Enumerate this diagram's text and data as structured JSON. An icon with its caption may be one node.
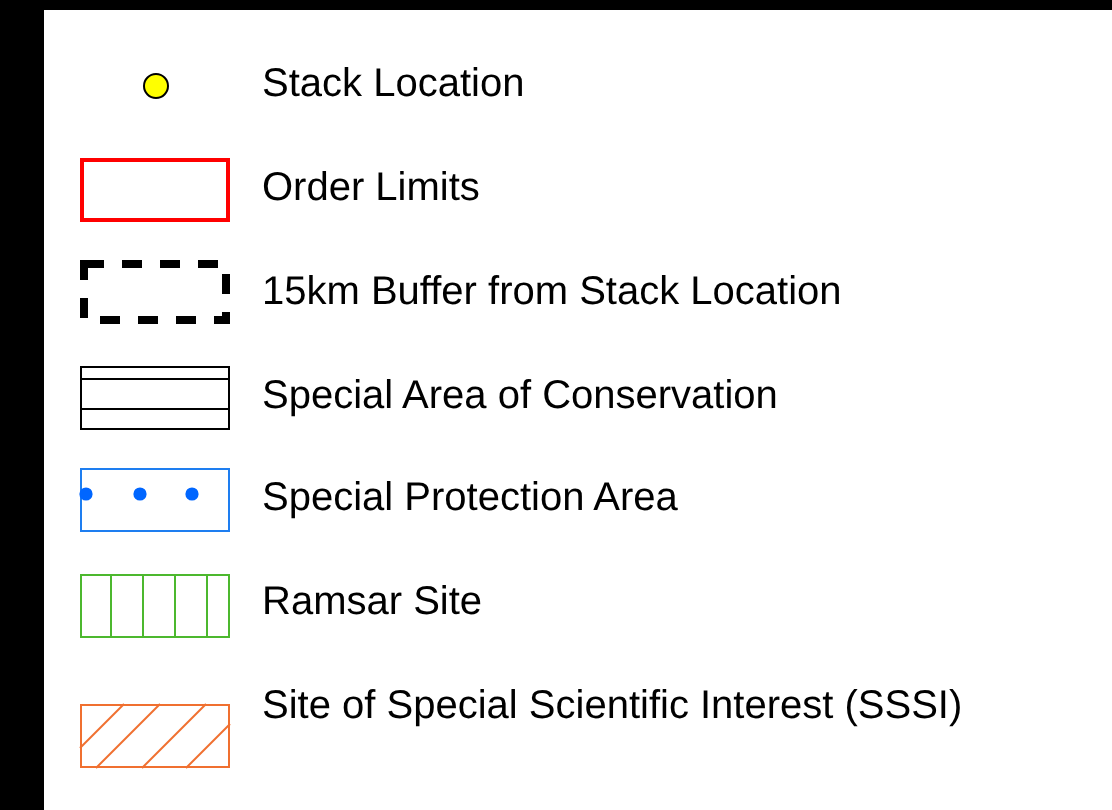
{
  "diagram": {
    "legend": [
      {
        "text": "Stack Location"
      },
      {
        "text": "Order Limits"
      },
      {
        "text": "15km Buffer from Stack Location"
      },
      {
        "text": "Special Area of Conservation"
      },
      {
        "text": "Special Protection Area"
      },
      {
        "text": "Ramsar Site"
      },
      {
        "text": "Site of Special Scientific Interest (SSSI)"
      }
    ]
  }
}
